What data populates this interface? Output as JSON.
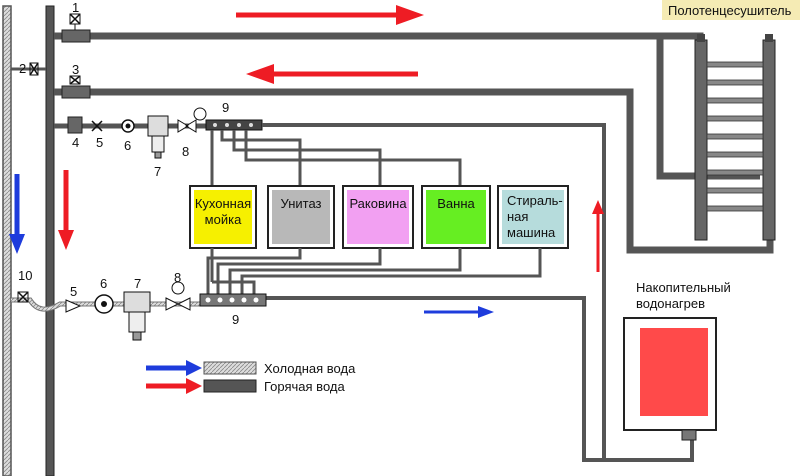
{
  "towel_rail_label": "Полотенцесушитель",
  "boiler_label": [
    "Накопительный",
    "водонагрев"
  ],
  "fixtures": [
    {
      "lines": [
        "Кухонная",
        "мойка"
      ],
      "color": "#f6f000"
    },
    {
      "lines": [
        "Унитаз"
      ],
      "color": "#b8b8b8"
    },
    {
      "lines": [
        "Раковина"
      ],
      "color": "#f2a0f2"
    },
    {
      "lines": [
        "Ванна"
      ],
      "color": "#66ee22"
    },
    {
      "lines": [
        "Стираль-",
        "ная",
        "машина"
      ],
      "color": "#b6dcdc"
    }
  ],
  "legend": {
    "cold": "Холодная вода",
    "hot": "Горячая вода"
  },
  "numbers": {
    "n1": "1",
    "n2": "2",
    "n3": "3",
    "n4": "4",
    "n5": "5",
    "n6": "6",
    "n7": "7",
    "n8": "8",
    "n9": "9",
    "n10": "10",
    "n5b": "5",
    "n6b": "6",
    "n7b": "7",
    "n8b": "8",
    "n9b": "9"
  },
  "colors": {
    "hot": "#ee1c24",
    "cold": "#1e3cdc",
    "boiler": "#ff4a4a",
    "pipe": "#555555"
  }
}
